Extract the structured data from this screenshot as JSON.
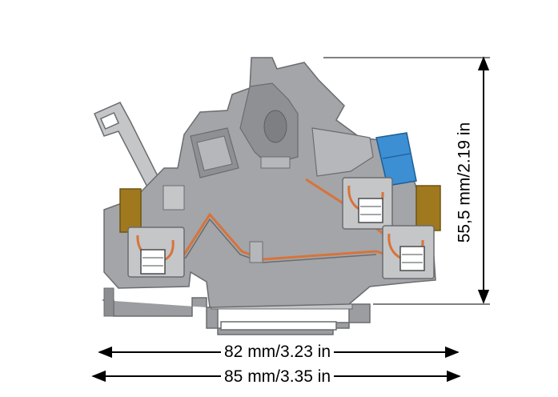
{
  "dimensions": {
    "width_a": "82 mm/3.23 in",
    "width_b": "85 mm/3.35 in",
    "height": "55,5 mm/2.19 in"
  },
  "colors": {
    "housing": "#a3a5a8",
    "housing_dark": "#7d7f82",
    "housing_light": "#c4c6c8",
    "conductor": "#d8733a",
    "ground_tab": "#a0791f",
    "blue_marker": "#3d8fd4",
    "line": "#000000"
  }
}
